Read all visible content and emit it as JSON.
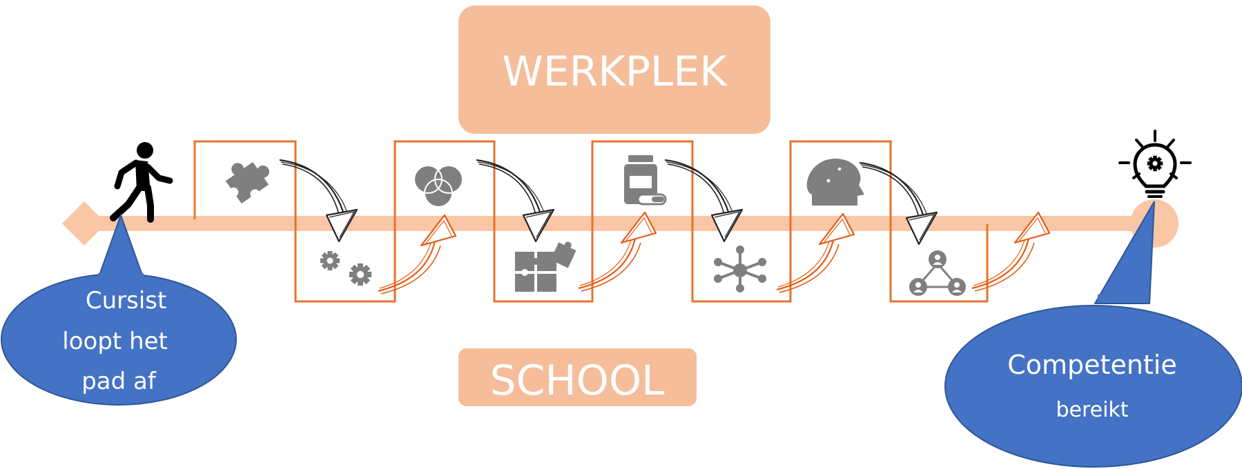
{
  "zones": {
    "werkplek": "WERKPLEK",
    "school": "SCHOOL"
  },
  "start_callout": {
    "lines": [
      "Cursist",
      "loopt het",
      "pad af"
    ]
  },
  "end_callout": {
    "line1": "Competentie",
    "line2": "bereikt"
  },
  "colors": {
    "zone_fill": "#f5bd9a",
    "path": "#f9c7a6",
    "step_outline": "#e8722c",
    "icon": "#7f7f7f",
    "callout": "#4472c4",
    "arrow_up": "#e35b12",
    "arrow_down": "#222222"
  },
  "icons": {
    "start": "walking-person-icon",
    "end": "lightbulb-gear-icon",
    "workplace_steps": [
      "puzzle-piece-icon",
      "venn-circles-icon",
      "pill-bottle-icon",
      "head-gears-icon"
    ],
    "school_steps": [
      "gears-icon",
      "puzzle-assembled-icon",
      "network-hub-icon",
      "people-network-icon"
    ]
  }
}
